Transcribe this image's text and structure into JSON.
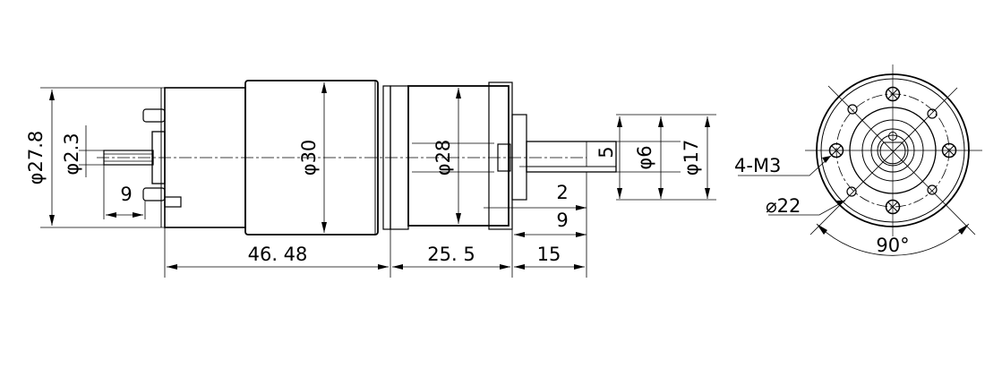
{
  "side_view": {
    "dims": {
      "phi27_8": "φ27.8",
      "phi2_3": "φ2.3",
      "terminal_9": "9",
      "phi30": "φ30",
      "phi28": "φ28",
      "shaft_5": "5",
      "phi6": "φ6",
      "phi17": "φ17",
      "flat_2": "2",
      "shaft_9": "9",
      "len_46_48": "46. 48",
      "len_25_5": "25. 5",
      "len_15": "15"
    }
  },
  "end_view": {
    "dims": {
      "screw": "4-M3",
      "pcd": "⌀22",
      "angle": "90°"
    }
  }
}
